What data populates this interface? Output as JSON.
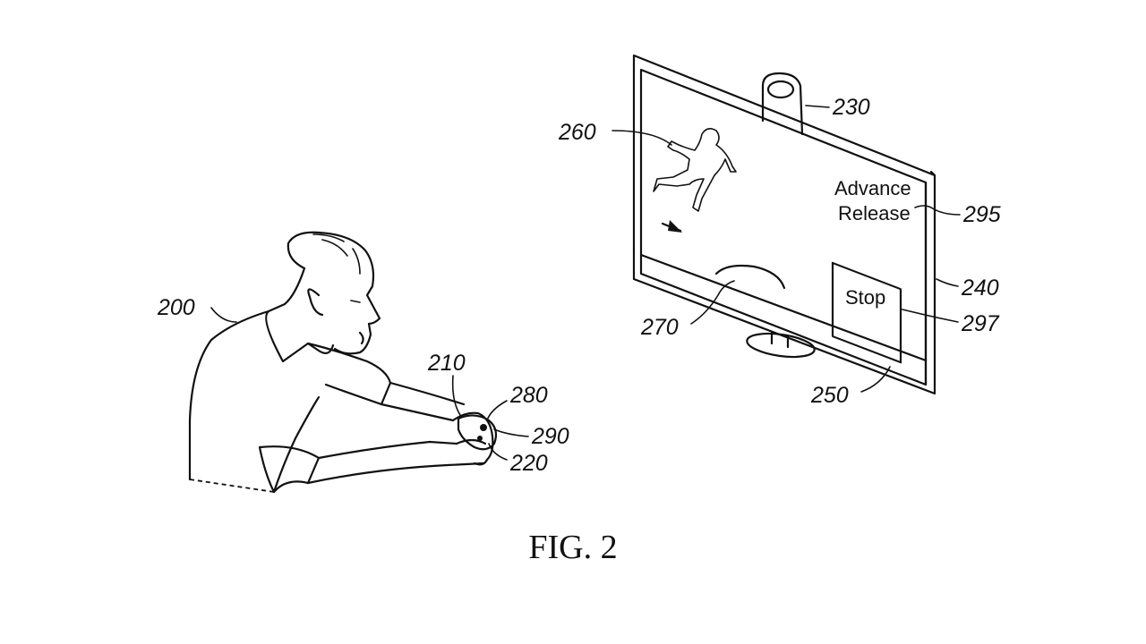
{
  "figure": {
    "caption": "FIG. 2",
    "screen": {
      "line1": "Advance",
      "line2": "Release",
      "stop_button": "Stop"
    },
    "reference_labels": {
      "user": "200",
      "controller_top": "210",
      "controller_bottom": "220",
      "camera": "230",
      "display": "240",
      "display_bottom": "250",
      "avatar": "260",
      "platform": "270",
      "button_a": "280",
      "button_b": "290",
      "advance_release": "295",
      "stop": "297"
    },
    "line_color": "#111111",
    "background_color": "#ffffff"
  }
}
